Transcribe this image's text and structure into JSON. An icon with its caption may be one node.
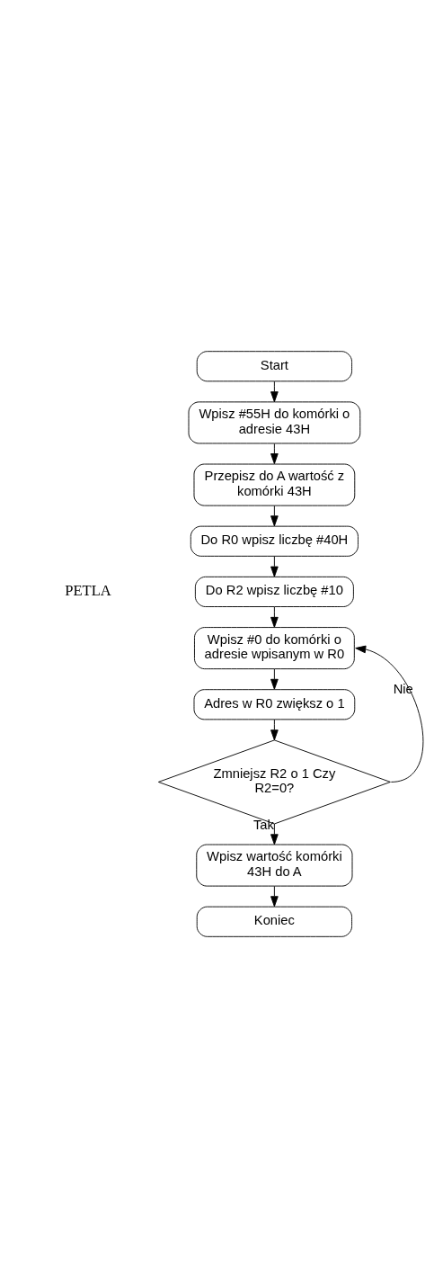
{
  "diagram": {
    "nodes": [
      {
        "text": [
          "Start"
        ]
      },
      {
        "text": [
          "Wpisz #55H do komórki o adresie 43H"
        ]
      },
      {
        "text": [
          "Przepisz do A wartość z komórki 43H"
        ]
      },
      {
        "text": [
          "Do R0 wpisz liczbę #40H"
        ]
      },
      {
        "text": [
          "Do R2 wpisz liczbę #10"
        ]
      },
      {
        "text": [
          "Wpisz #0 do komórki o adresie wpisanym w R0"
        ]
      },
      {
        "text": [
          "Adres w R0 zwiększ o 1"
        ]
      },
      {
        "text": [
          "Zmniejsz R2 o 1 Czy R2=0?"
        ]
      },
      {
        "text": [
          "Wpisz wartość komórki 43H do A"
        ]
      },
      {
        "text": [
          "Koniec"
        ]
      }
    ],
    "edges": [
      {
        "from": 0,
        "to": 1,
        "arrow": "to"
      },
      {
        "from": 1,
        "to": 2,
        "arrow": "to"
      },
      {
        "from": 2,
        "to": 3,
        "arrow": "to"
      },
      {
        "from": 3,
        "to": 4,
        "arrow": "to"
      },
      {
        "from": 4,
        "to": 5,
        "arrow": "to"
      },
      {
        "from": 5,
        "to": 6,
        "arrow": "to"
      },
      {
        "from": 6,
        "to": 7,
        "arrow": "to"
      },
      {
        "from": 7,
        "to": 5,
        "arrow": "to",
        "label": "Nie"
      },
      {
        "from": 7,
        "to": 8,
        "arrow": "to",
        "label": "Tak"
      },
      {
        "from": 8,
        "to": 9,
        "arrow": "to"
      }
    ],
    "labels": [
      "PETLA"
    ]
  }
}
